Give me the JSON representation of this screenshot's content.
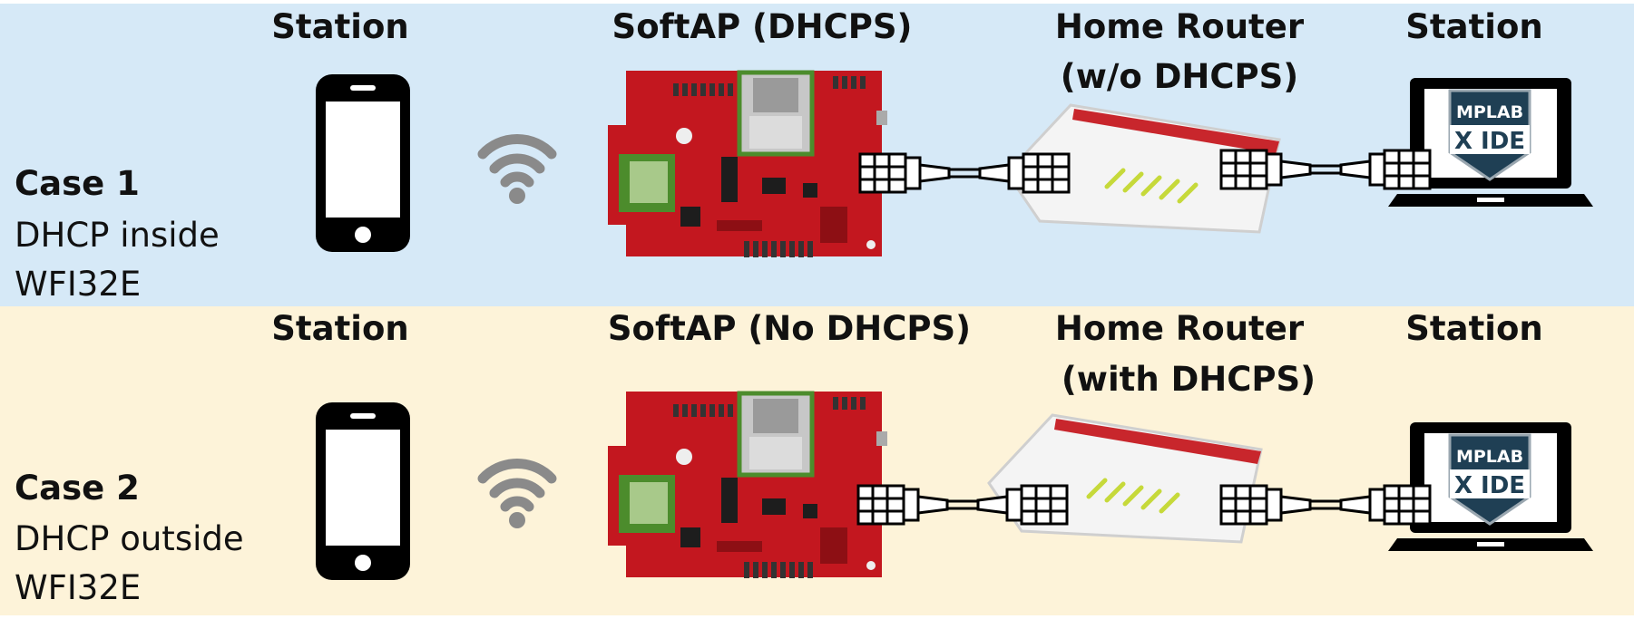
{
  "colors": {
    "case1_bg": "#d6e9f7",
    "case2_bg": "#fdf3d9",
    "board_red": "#c3171f",
    "board_dark": "#8d0f14",
    "router_stripe": "#c8262c",
    "wifi_gray": "#8a8a8a"
  },
  "icons": {
    "phone": "smartphone-icon",
    "wifi": "wifi-icon",
    "board": "wfi32e-curiosity-board",
    "cable": "ethernet-cable-icon",
    "router": "home-router",
    "laptop": "laptop-icon",
    "logo": "mplab-x-ide-logo"
  },
  "case1": {
    "title": "Case 1",
    "desc_line1": "DHCP inside",
    "desc_line2": "WFI32E",
    "station_left": "Station",
    "softap": "SoftAP (DHCPS)",
    "router_line1": "Home Router",
    "router_line2": "(w/o DHCPS)",
    "station_right": "Station"
  },
  "case2": {
    "title": "Case 2",
    "desc_line1": "DHCP outside",
    "desc_line2": "WFI32E",
    "station_left": "Station",
    "softap": "SoftAP (No DHCPS)",
    "router_line1": "Home Router",
    "router_line2": "(with DHCPS)",
    "station_right": "Station"
  },
  "logo": {
    "line1": "MPLAB",
    "line2": "X IDE"
  }
}
